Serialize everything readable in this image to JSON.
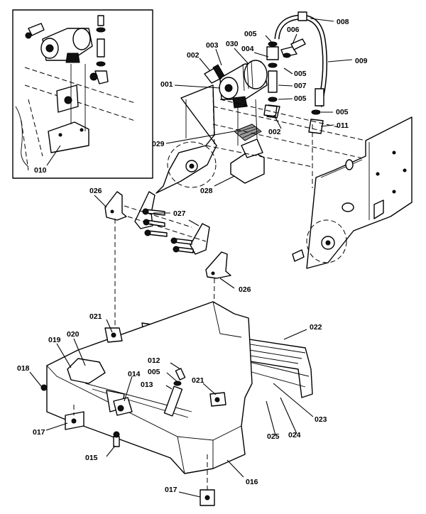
{
  "callouts": [
    {
      "id": "c001",
      "text": "001"
    },
    {
      "id": "c002a",
      "text": "002"
    },
    {
      "id": "c002b",
      "text": "002"
    },
    {
      "id": "c003",
      "text": "003"
    },
    {
      "id": "c004",
      "text": "004"
    },
    {
      "id": "c005a",
      "text": "005"
    },
    {
      "id": "c005b",
      "text": "005"
    },
    {
      "id": "c005c",
      "text": "005"
    },
    {
      "id": "c005d",
      "text": "005"
    },
    {
      "id": "c005e",
      "text": "005"
    },
    {
      "id": "c006",
      "text": "006"
    },
    {
      "id": "c007",
      "text": "007"
    },
    {
      "id": "c008",
      "text": "008"
    },
    {
      "id": "c009",
      "text": "009"
    },
    {
      "id": "c010",
      "text": "010"
    },
    {
      "id": "c011",
      "text": "011"
    },
    {
      "id": "c012",
      "text": "012"
    },
    {
      "id": "c013",
      "text": "013"
    },
    {
      "id": "c014",
      "text": "014"
    },
    {
      "id": "c015",
      "text": "015"
    },
    {
      "id": "c016",
      "text": "016"
    },
    {
      "id": "c017a",
      "text": "017"
    },
    {
      "id": "c017b",
      "text": "017"
    },
    {
      "id": "c018",
      "text": "018"
    },
    {
      "id": "c019",
      "text": "019"
    },
    {
      "id": "c020",
      "text": "020"
    },
    {
      "id": "c021a",
      "text": "021"
    },
    {
      "id": "c021b",
      "text": "021"
    },
    {
      "id": "c022",
      "text": "022"
    },
    {
      "id": "c023",
      "text": "023"
    },
    {
      "id": "c024",
      "text": "024"
    },
    {
      "id": "c025",
      "text": "025"
    },
    {
      "id": "c026a",
      "text": "026"
    },
    {
      "id": "c026b",
      "text": "026"
    },
    {
      "id": "c027",
      "text": "027"
    },
    {
      "id": "c028",
      "text": "028"
    },
    {
      "id": "c029",
      "text": "029"
    },
    {
      "id": "c030",
      "text": "030"
    }
  ]
}
